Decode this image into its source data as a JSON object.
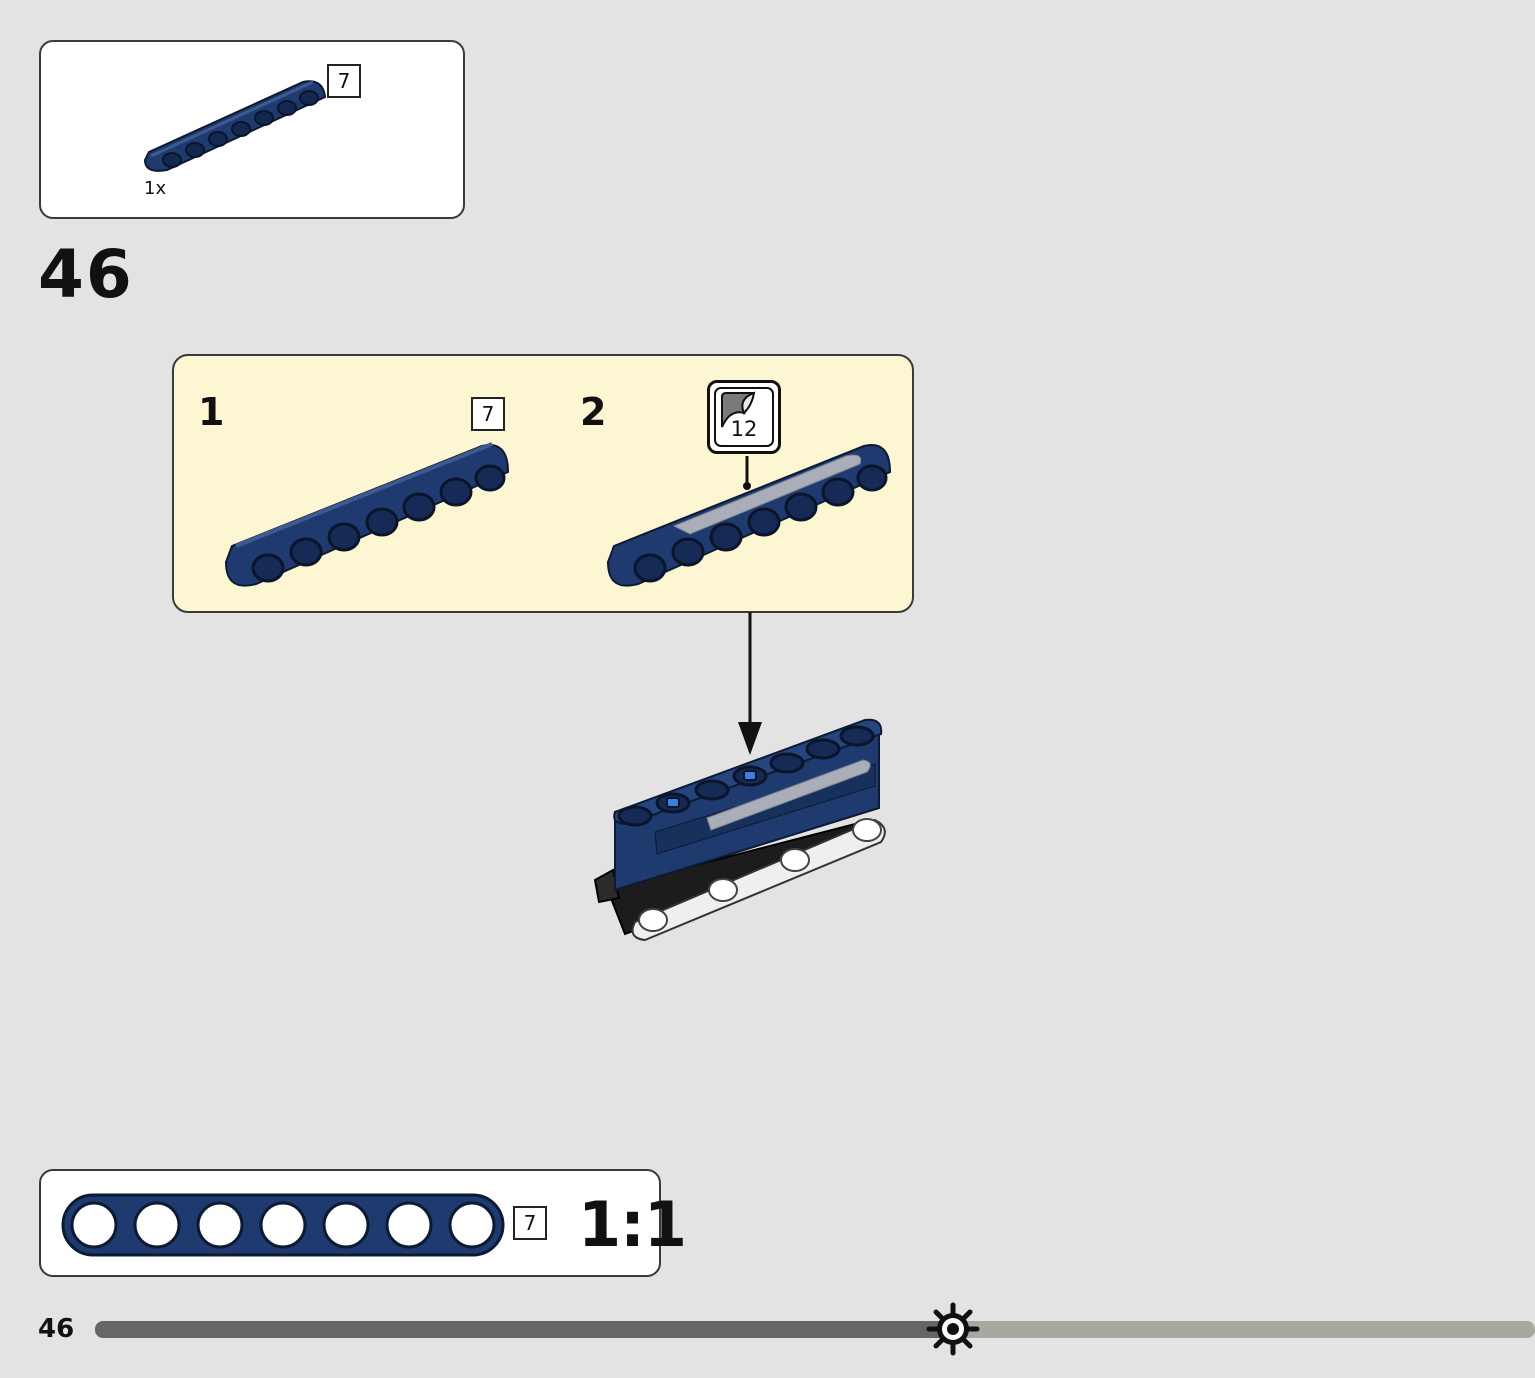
{
  "parts_list": {
    "quantity": "1x",
    "beam_length": "7"
  },
  "step": {
    "number": "46"
  },
  "sub_steps": [
    {
      "number": "1",
      "beam_length": "7"
    },
    {
      "number": "2",
      "sticker_number": "12"
    }
  ],
  "scale_reference": {
    "beam_length": "7",
    "ratio": "1:1"
  },
  "footer": {
    "page_number": "46",
    "progress": 0.6
  },
  "colors": {
    "beam_blue": "#1f3a6e",
    "submodel_background": "#fdf6d2",
    "page_background": "#e3e3e3",
    "progress_done": "#666666",
    "progress_remaining": "#a9a7a2"
  }
}
